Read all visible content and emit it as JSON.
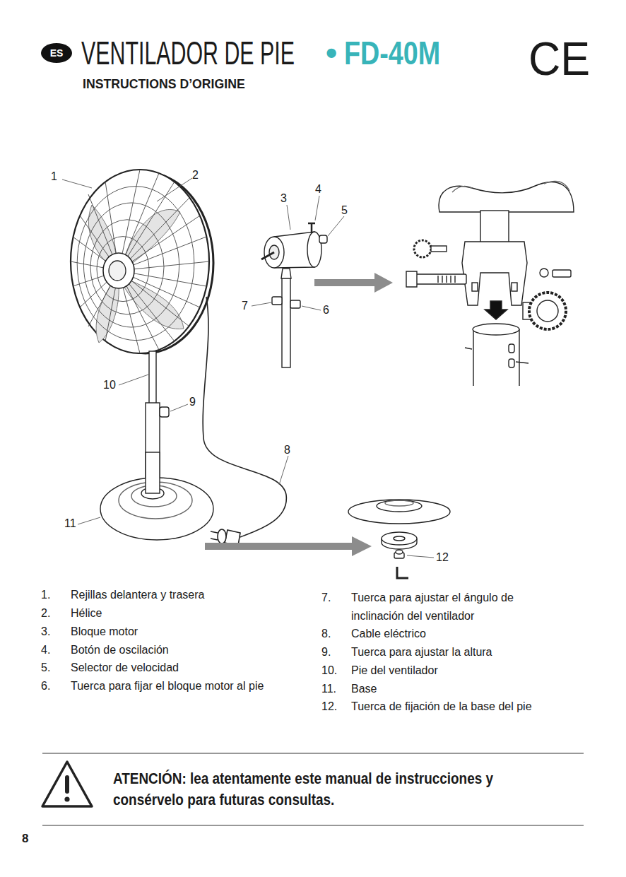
{
  "diagram": {
    "title": "VENTILADOR DE PIE",
    "nodes": [
      {
        "text": [
          "ES"
        ]
      }
    ],
    "labels": [
      "•",
      "FD-40M",
      "INSTRUCTIONS D’ORIGINE",
      "CE",
      "1",
      "2",
      "3",
      "4",
      "5",
      "7",
      "6",
      "10",
      "9",
      "8",
      "11",
      "12",
      "1.",
      "Rejillas delantera y trasera",
      "2.",
      "Hélice",
      "3.",
      "Bloque motor",
      "4.",
      "Botón de oscilación",
      "5.",
      "Selector de velocidad",
      "6.",
      "Tuerca para fijar el bloque motor al pie",
      "7.",
      "Tuerca para ajustar el ángulo de inclinación del ventilador",
      "8.",
      "Cable eléctrico",
      "9.",
      "Tuerca para ajustar la altura",
      "10.",
      "Pie del ventilador",
      "11.",
      "Base",
      "12.",
      "Tuerca de fijación de la base del pie",
      "ATENCIÓN: lea atentamente este manual de instrucciones y consérvelo para futuras consultas.",
      "8"
    ]
  }
}
